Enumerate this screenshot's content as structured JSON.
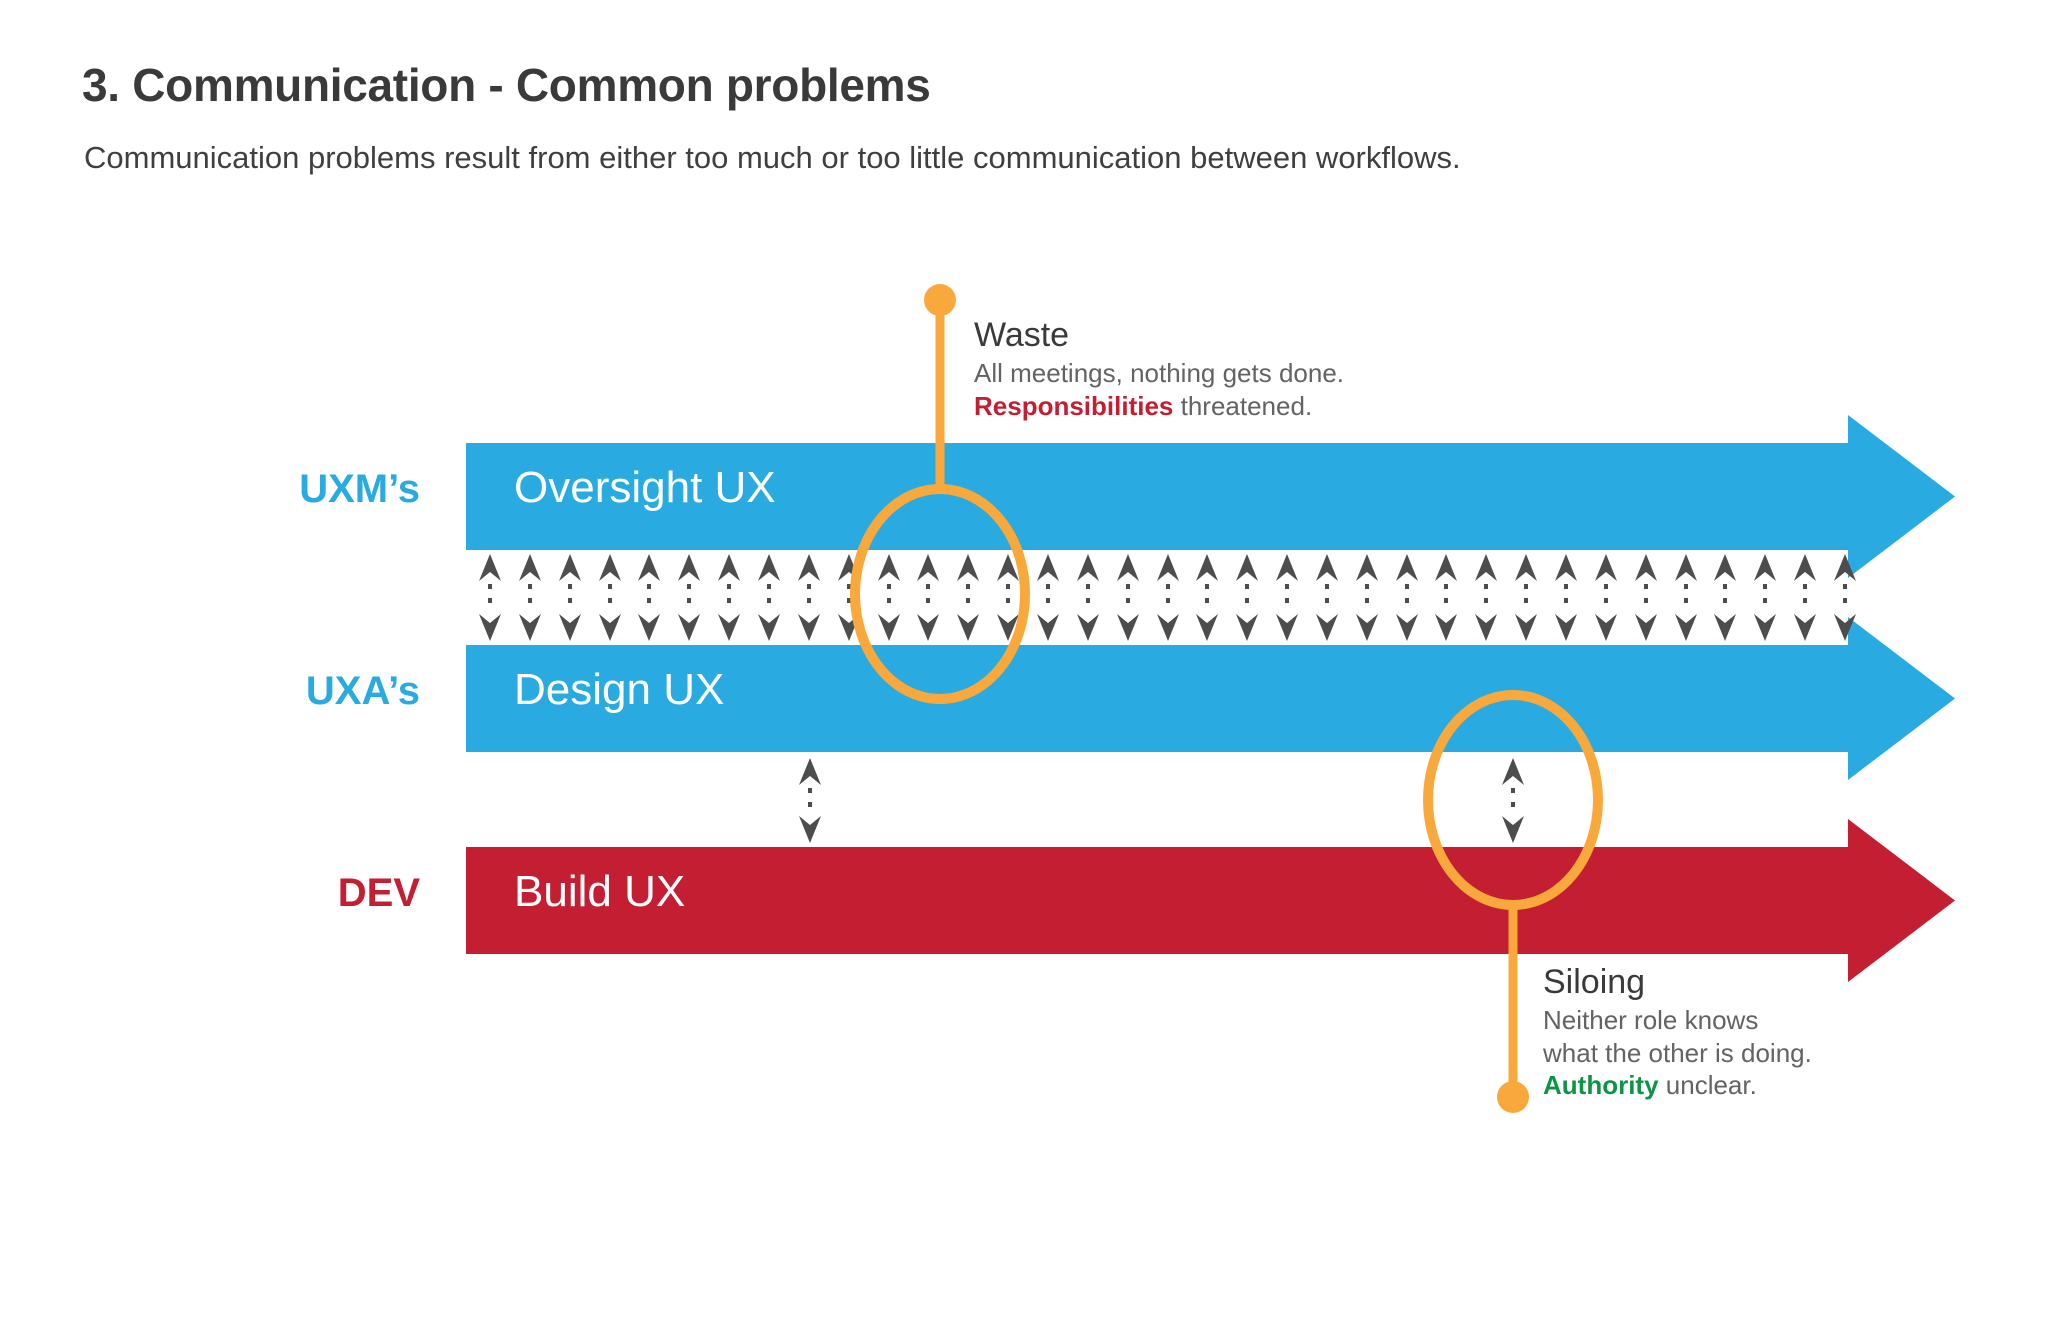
{
  "header": {
    "title": "3. Communication - Common problems",
    "subtitle": "Communication problems result from either too much or too little communication between workflows."
  },
  "colors": {
    "blue": "#29ABE2",
    "red": "#C41E32",
    "orange": "#F9A93C",
    "green": "#0F9446",
    "arrow_gray": "#4D4D4D",
    "text_dark": "#3A3A3A",
    "text_gray": "#636363",
    "background": "#FFFFFF"
  },
  "rows": [
    {
      "label": "UXM’s",
      "bar_text": "Oversight UX",
      "bar_color": "#29ABE2",
      "label_color": "#29ABE2"
    },
    {
      "label": "UXA’s",
      "bar_text": "Design UX",
      "bar_color": "#29ABE2",
      "label_color": "#29ABE2"
    },
    {
      "label": "DEV",
      "bar_text": "Build UX",
      "bar_color": "#C41E32",
      "label_color": "#C41E32"
    }
  ],
  "callouts": [
    {
      "title": "Waste",
      "lines": [
        {
          "segments": [
            {
              "text": "All meetings, nothing gets done.",
              "style": "normal"
            }
          ]
        },
        {
          "segments": [
            {
              "text": "Responsibilities",
              "style": "red"
            },
            {
              "text": " threatened.",
              "style": "normal"
            }
          ]
        }
      ],
      "marker": "orange-circle-with-leader-dot",
      "marker_position": "between-oversight-and-design"
    },
    {
      "title": "Siloing",
      "lines": [
        {
          "segments": [
            {
              "text": "Neither role knows",
              "style": "normal"
            }
          ]
        },
        {
          "segments": [
            {
              "text": "what the other is doing.",
              "style": "normal"
            }
          ]
        },
        {
          "segments": [
            {
              "text": "Authority",
              "style": "green"
            },
            {
              "text": " unclear.",
              "style": "normal"
            }
          ]
        }
      ],
      "marker": "orange-circle-with-leader-dot",
      "marker_position": "between-design-and-build"
    }
  ],
  "connections": {
    "top_gap": {
      "description": "dense two-way dotted arrows between Oversight UX and Design UX",
      "arrow_count": 35,
      "style": "double-headed-dotted"
    },
    "bottom_gap": {
      "description": "sparse two-way dotted arrows between Design UX and Build UX",
      "arrow_count": 2,
      "style": "double-headed-dotted"
    }
  }
}
